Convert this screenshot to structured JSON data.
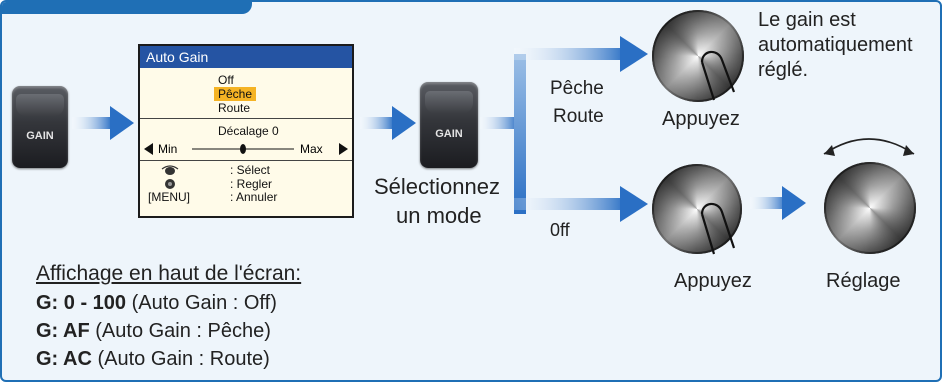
{
  "menu": {
    "title": "Auto Gain",
    "options": [
      "Off",
      "Pêche",
      "Route"
    ],
    "selected": "Pêche",
    "offset_label": "Décalage",
    "offset_value": "0",
    "min_label": "Min",
    "max_label": "Max",
    "hints": [
      {
        "key": "",
        "text": ": Sélect"
      },
      {
        "key": "",
        "text": ": Regler"
      },
      {
        "key": "[MENU]",
        "text": ": Annuler"
      }
    ]
  },
  "keys": {
    "gain_label": "GAIN"
  },
  "step_labels": {
    "select_mode_line1": "Sélectionnez",
    "select_mode_line2": "un mode",
    "branch_top_line1": "Pêche",
    "branch_top_line2": "Route",
    "branch_bottom": "0ff",
    "auto_note_line1": "Le gain est",
    "auto_note_line2": "automatiquement",
    "auto_note_line3": "réglé.",
    "press_top": "Appuyez",
    "press_bottom": "Appuyez",
    "adjust": "Réglage"
  },
  "display_info": {
    "heading": "Affichage en haut de l'écran:",
    "lines": [
      {
        "code": "G: 0 - 100",
        "desc": " (Auto Gain : Off)"
      },
      {
        "code": "G: AF",
        "desc": " (Auto Gain : Pêche)"
      },
      {
        "code": "G: AC",
        "desc": " (Auto Gain : Route)"
      }
    ]
  },
  "colors": {
    "frame_blue": "#1f6fb5",
    "arrow_blue": "#2a6fc4",
    "menu_title_blue": "#2554a3",
    "selection_orange": "#f5b324",
    "background": "#eef5fb"
  }
}
